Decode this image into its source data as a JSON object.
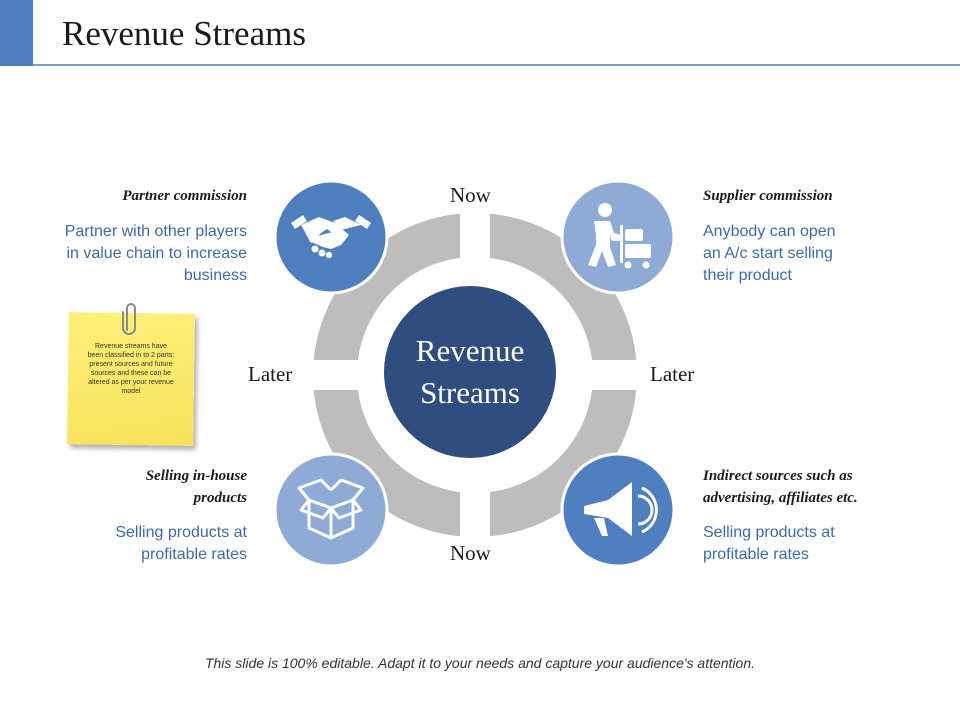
{
  "slide": {
    "title": "Revenue Streams",
    "footer": "This slide is 100% editable. Adapt it to your needs and capture your audience's attention."
  },
  "colors": {
    "accent": "#4f7fc1",
    "ring": "#bdbdbd",
    "center": "#2f4d7f",
    "circle_dark": "#4f7fc1",
    "circle_light": "#8eaad6",
    "body_text": "#3e6aa8",
    "note": "#fbe96a"
  },
  "diagram": {
    "center_label_line1": "Revenue",
    "center_label_line2": "Streams",
    "now_top": "Now",
    "now_bottom": "Now",
    "later_left": "Later",
    "later_right": "Later"
  },
  "blocks": {
    "top_left": {
      "heading": "Partner commission",
      "body_lines": [
        "Partner with other players",
        "in value chain to increase",
        "business"
      ],
      "icon": "handshake-icon"
    },
    "top_right": {
      "heading": "Supplier commission",
      "body_lines": [
        "Anybody can open",
        "an A/c start selling",
        "their product"
      ],
      "icon": "delivery-worker-icon"
    },
    "bottom_left": {
      "heading_lines": [
        "Selling in-house",
        "products"
      ],
      "body_lines": [
        "Selling products at",
        "profitable rates"
      ],
      "icon": "open-box-icon"
    },
    "bottom_right": {
      "heading_lines": [
        "Indirect sources such as",
        "advertising, affiliates etc."
      ],
      "body_lines": [
        "Selling products at",
        "profitable rates"
      ],
      "icon": "megaphone-icon"
    }
  },
  "note": {
    "lines": [
      "Revenue streams have",
      "been classified in to 2 parts:",
      "present sources and future",
      "sources and these can be",
      "altered as per your revenue",
      "model"
    ]
  }
}
